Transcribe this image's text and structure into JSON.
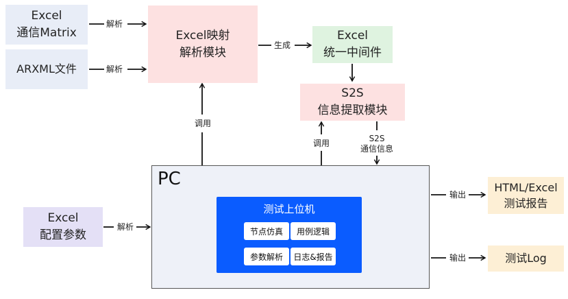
{
  "boxes": {
    "excel_matrix": [
      "Excel",
      "通信Matrix"
    ],
    "arxml": "ARXML文件",
    "excel_mapping": [
      "Excel映射",
      "解析模块"
    ],
    "excel_intermediate": [
      "Excel",
      "统一中间件"
    ],
    "s2s_extract": [
      "S2S",
      "信息提取模块"
    ],
    "excel_config": [
      "Excel",
      "配置参数"
    ],
    "html_report": [
      "HTML/Excel",
      "测试报告"
    ],
    "test_log": "测试Log"
  },
  "pc": {
    "title": "PC",
    "host_title": "测试上位机",
    "modules": [
      "节点仿真",
      "用例逻辑",
      "参数解析",
      "日志&报告"
    ]
  },
  "edge_labels": {
    "matrix_parse": "解析",
    "arxml_parse": "解析",
    "generate": "生成",
    "call_left": "调用",
    "call_right": "调用",
    "s2s_comm": [
      "S2S",
      "通信信息"
    ],
    "config_parse": "解析",
    "output_report": "输出",
    "output_log": "输出"
  },
  "colors": {
    "input_box": "#e8edf7",
    "module_box": "#fde1e1",
    "intermediate_box": "#dff3e0",
    "config_box": "#e4e0f6",
    "output_box": "#fdefd5",
    "pc_box": "#eef1f8",
    "host_box": "#0a5cff"
  }
}
